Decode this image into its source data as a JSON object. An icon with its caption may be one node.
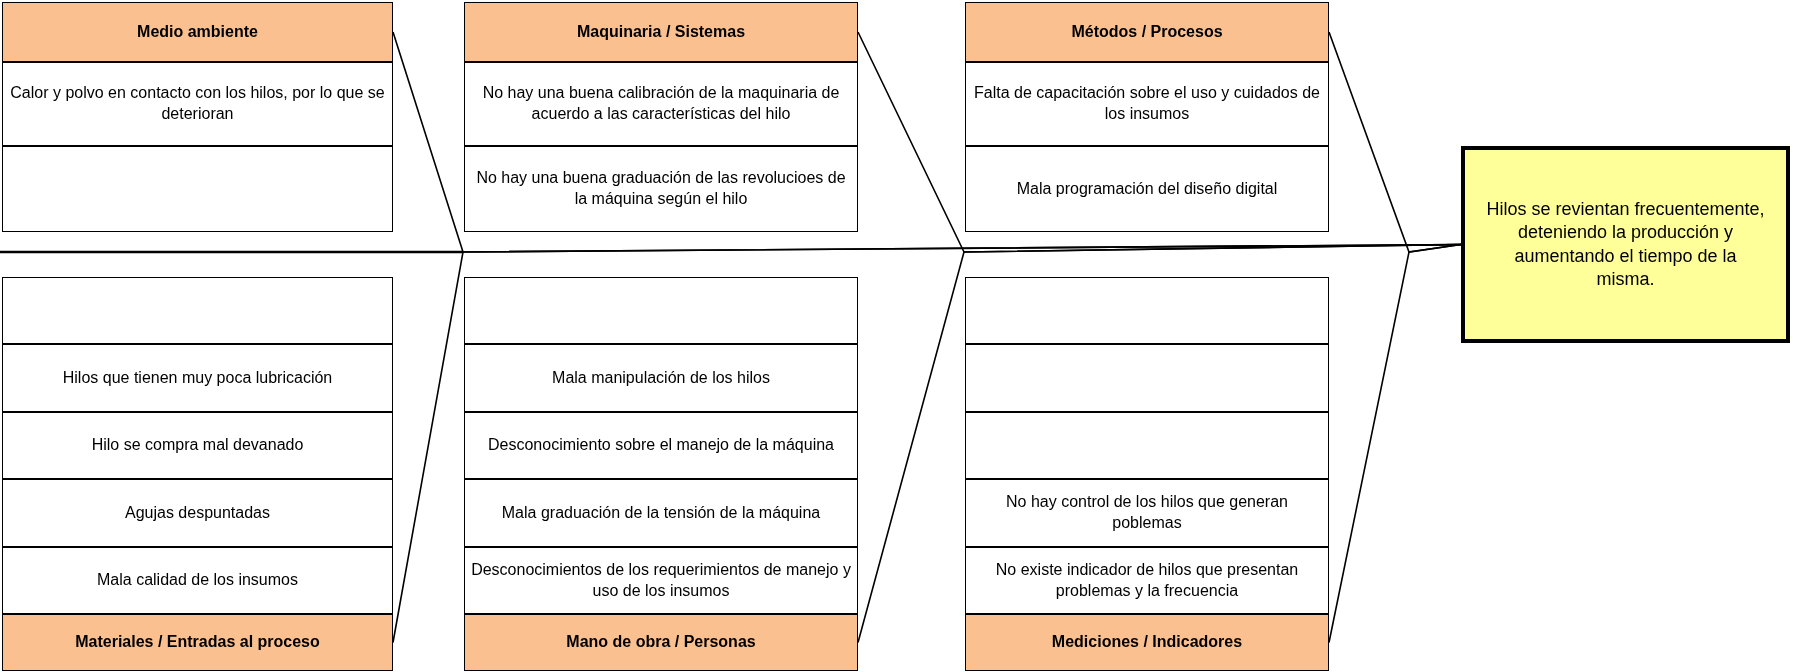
{
  "diagram": {
    "nodes": [
      {
        "text": [
          "Medio ambiente"
        ]
      },
      {
        "text": [
          "Calor y polvo en contacto con los hilos, por lo que se deterioran"
        ]
      },
      {
        "text": [],
        "shape": "box"
      },
      {
        "text": [
          "Maquinaria / Sistemas"
        ]
      },
      {
        "text": [
          "No hay una buena calibración de la maquinaria de acuerdo a las características del hilo"
        ]
      },
      {
        "text": [
          "No hay una buena graduación de las revolucioes de la máquina según el hilo"
        ]
      },
      {
        "text": [
          "Métodos / Procesos"
        ]
      },
      {
        "text": [
          "Falta de capacitación sobre el uso y cuidados de los insumos"
        ]
      },
      {
        "text": [
          "Mala programación del diseño digital"
        ]
      },
      {
        "text": [
          "Hilos se revientan frecuentemente, deteniendo la producción y aumentando el tiempo de la misma."
        ]
      },
      {
        "text": [],
        "shape": "box"
      },
      {
        "text": [
          "Hilos que tienen muy poca lubricación"
        ]
      },
      {
        "text": [
          "Hilo se compra mal devanado"
        ]
      },
      {
        "text": [
          "Agujas despuntadas"
        ]
      },
      {
        "text": [
          "Mala calidad de los insumos"
        ]
      },
      {
        "text": [
          "Materiales / Entradas al proceso"
        ]
      },
      {
        "text": [],
        "shape": "box"
      },
      {
        "text": [
          "Mala manipulación de los hilos"
        ]
      },
      {
        "text": [
          "Desconocimiento sobre el manejo de la máquina"
        ]
      },
      {
        "text": [
          "Mala graduación de la tensión de la máquina"
        ]
      },
      {
        "text": [
          "Desconocimientos de los requerimientos de manejo y uso de los insumos"
        ]
      },
      {
        "text": [
          "Mano de obra / Personas"
        ]
      },
      {
        "text": [],
        "shape": "box"
      },
      {
        "text": [],
        "shape": "box"
      },
      {
        "text": [],
        "shape": "box"
      },
      {
        "text": [
          "No hay control de los hilos que generan poblemas"
        ]
      },
      {
        "text": [
          "No existe indicador de hilos que presentan problemas y la frecuencia"
        ]
      },
      {
        "text": [
          "Mediciones / Indicadores"
        ]
      }
    ],
    "edges": [
      {
        "from": 0,
        "to": 9,
        "arrow": "none"
      },
      {
        "from": 3,
        "to": 9,
        "arrow": "none"
      },
      {
        "from": 6,
        "to": 9,
        "arrow": "none"
      },
      {
        "from": 15,
        "to": 9,
        "arrow": "none"
      },
      {
        "from": 21,
        "to": 9,
        "arrow": "none"
      },
      {
        "from": 27,
        "to": 9,
        "arrow": "none"
      }
    ]
  }
}
